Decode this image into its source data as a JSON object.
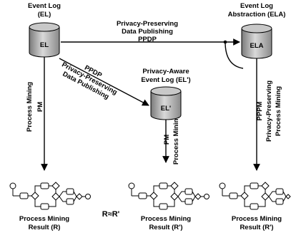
{
  "nodes": {
    "el": {
      "title_line1": "Event Log",
      "title_line2": "(EL)",
      "label": "EL"
    },
    "ela": {
      "title_line1": "Event Log",
      "title_line2": "Abstraction (ELA)",
      "label": "ELA"
    },
    "el_prime": {
      "title_line1": "Privacy-Aware",
      "title_line2": "Event Log (EL')",
      "label": "EL'"
    }
  },
  "edges": {
    "ppdp_top": {
      "line1": "Privacy-Preserving",
      "line2": "Data Publishing",
      "abbr": "PPDP"
    },
    "ppdp_diag": {
      "abbr": "PPDP",
      "line1": "Privacy-Preserving",
      "line2": "Data Publishing"
    },
    "pm_left": {
      "full": "Process Mining",
      "abbr": "PM"
    },
    "pm_middle": {
      "abbr": "PM",
      "full": "Process Mining"
    },
    "pppm_right": {
      "abbr": "PPPM",
      "line1": "Privacy-Preserving",
      "line2": "Process Mining"
    }
  },
  "results": {
    "left": {
      "line1": "Process Mining",
      "line2": "Result (R)"
    },
    "middle": {
      "line1": "Process Mining",
      "line2": "Result (R')"
    },
    "right": {
      "line1": "Process Mining",
      "line2": "Result (R')"
    }
  },
  "equivalence": "R≈R'"
}
